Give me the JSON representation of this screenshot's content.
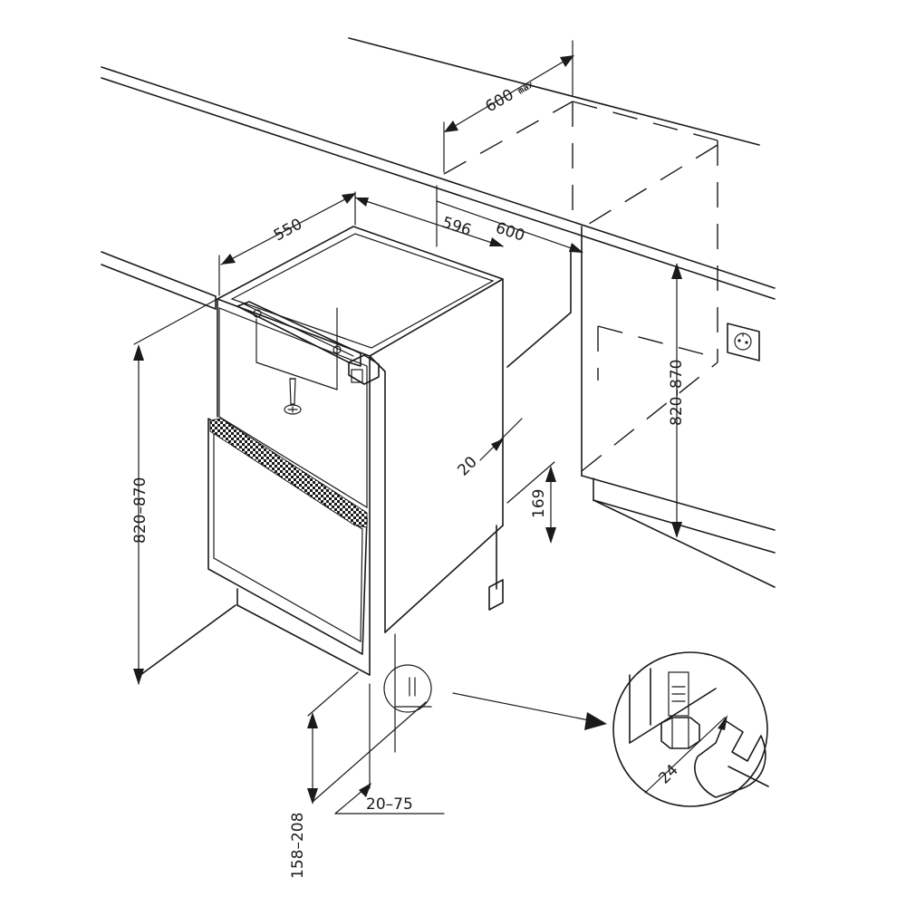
{
  "dimensions": {
    "niche_width_max": "600",
    "niche_max_suffix": "max",
    "cabinet_width": "596",
    "niche_width": "600",
    "cabinet_depth": "550",
    "cabinet_height": "820–870",
    "niche_height": "820–870",
    "side_gap": "20",
    "plinth_height": "169",
    "base_height": "158–208",
    "plinth_offset": "20–75",
    "wrench_size": "24"
  }
}
